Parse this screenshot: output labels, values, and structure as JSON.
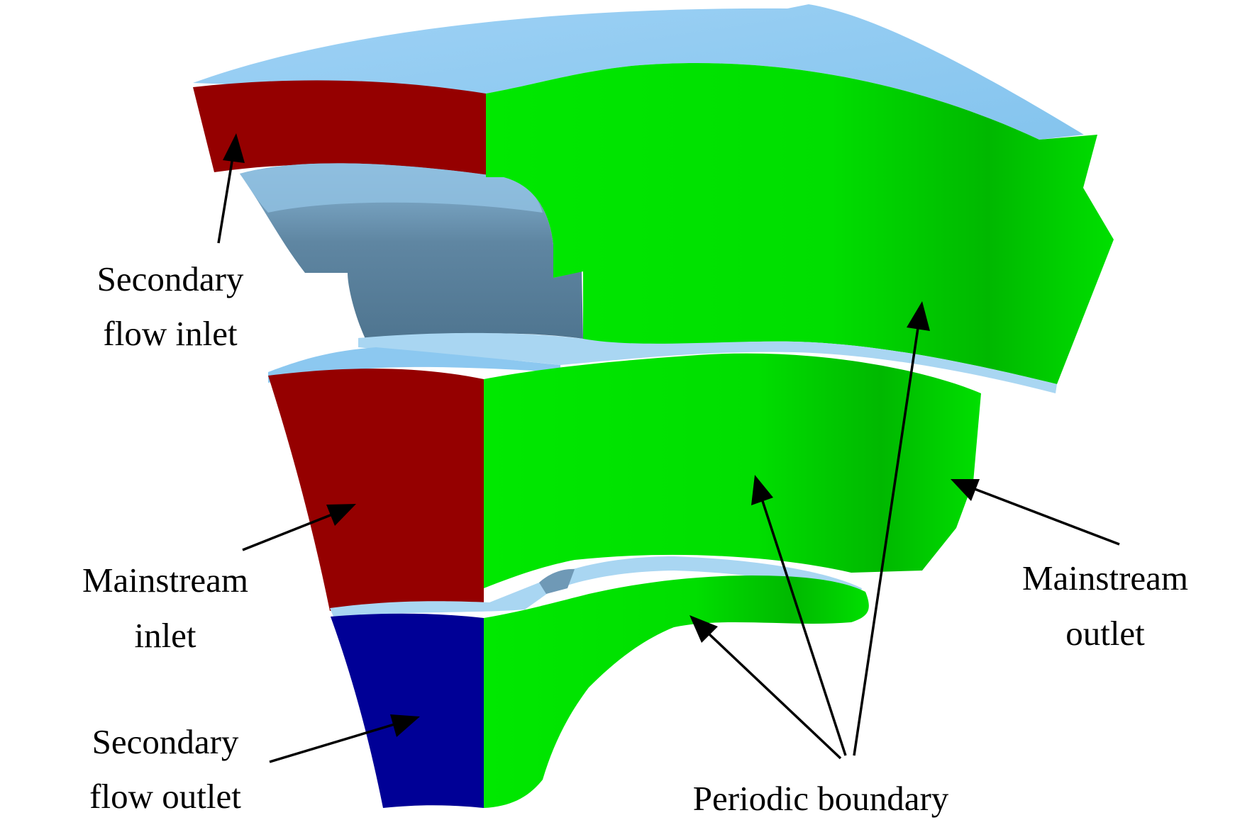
{
  "labels": {
    "secondary_inlet_line1": "Secondary",
    "secondary_inlet_line2": "flow inlet",
    "mainstream_inlet_line1": "Mainstream",
    "mainstream_inlet_line2": "inlet",
    "secondary_outlet_line1": "Secondary",
    "secondary_outlet_line2": "flow outlet",
    "mainstream_outlet_line1": "Mainstream",
    "mainstream_outlet_line2": "outlet",
    "periodic_boundary": "Periodic boundary"
  },
  "colors": {
    "secondary_inlet": "#950000",
    "mainstream_inlet": "#950000",
    "secondary_outlet": "#000096",
    "periodic": "#00e600",
    "periodic_dark": "#00b400",
    "top_surface": "#8cc8f0",
    "inner_surface": "#5a7f9a",
    "inner_surface_light": "#7aa6c4"
  }
}
